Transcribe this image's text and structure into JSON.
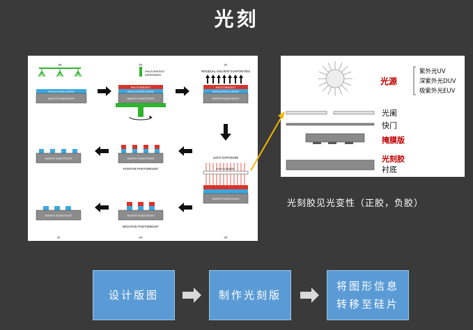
{
  "title": "光刻",
  "process": {
    "steps": [
      "(a)",
      "(b)",
      "(c)",
      "(d)",
      "(e)",
      "(f)"
    ],
    "labels": {
      "insulating": "INSULATING LAYER",
      "wafer": "WAFER SUBSTRATE",
      "photoresist": "PHOTORESIST",
      "dispenser": "PHOTORESIST\nDISPENSER",
      "residual": "RESIDUAL SOLVENT EVAPORATES",
      "light": "LIGHT EXPOSURE",
      "photomask": "PHOTOMASK",
      "positive": "POSITIVE PHOTORESIST",
      "negative": "NEGATIVE PHOTORESIST"
    }
  },
  "exposure": {
    "source_label": "光源",
    "uv_types": [
      "紫外光UV",
      "深紫外光DUV",
      "极紫外光EUV"
    ],
    "layers": [
      "光阑",
      "快门",
      "掩膜版",
      "光刻胶",
      "衬底"
    ]
  },
  "caption": "光刻胶见光变性（正胶，负胶）",
  "flow": [
    "设计版图",
    "制作光刻版",
    "将图形信息转移至硅片"
  ],
  "colors": {
    "background": "#3a3a3a",
    "flow_box": "#5b9bd5",
    "highlight": "#c00000",
    "connector": "#f5b800"
  }
}
